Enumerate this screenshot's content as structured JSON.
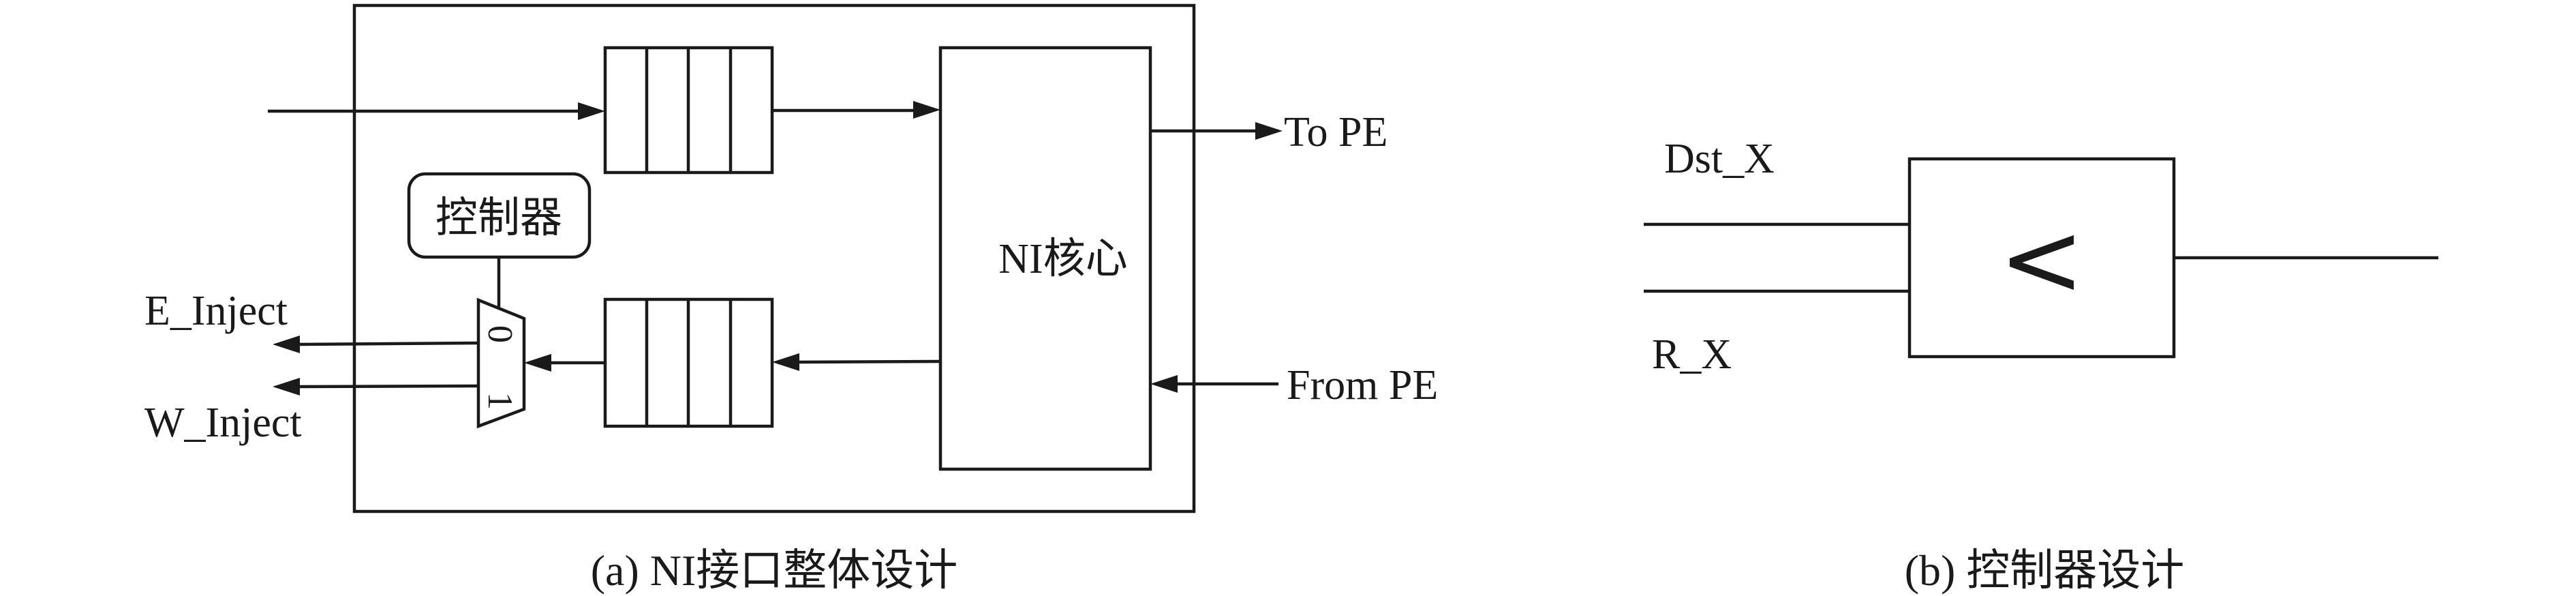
{
  "panel_a": {
    "caption": "(a) NI接口整体设计",
    "ni_core_label": "NI核心",
    "controller_label": "控制器",
    "to_pe_label": "To PE",
    "from_pe_label": "From PE",
    "e_inject_label": "E_Inject",
    "w_inject_label": "W_Inject",
    "mux_input_0": "0",
    "mux_input_1": "1"
  },
  "panel_b": {
    "caption": "(b) 控制器设计",
    "input_top_label": "Dst_X",
    "input_bottom_label": "R_X",
    "comparator_symbol": "<"
  }
}
